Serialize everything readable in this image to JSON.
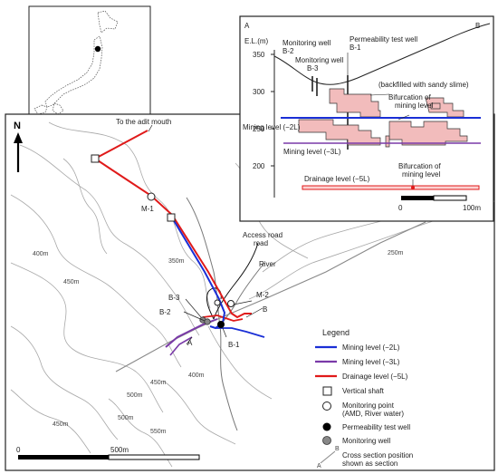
{
  "map": {
    "north_label": "N",
    "adit_label": "To the adit mouth",
    "access_road_label": "Access road",
    "access_road_label2": "road",
    "river_label": "River",
    "points": {
      "m1": "M-1",
      "m2": "M-2",
      "b1": "B-1",
      "b2": "B-2",
      "b3": "B-3",
      "a": "A",
      "b": "B"
    },
    "contours": {
      "c400a": "400m",
      "c450a": "450m",
      "c350": "350m",
      "c250": "250m",
      "c400b": "400m",
      "c450b": "450m",
      "c500a": "500m",
      "c500b": "500m",
      "c550": "550m",
      "c450c": "450m"
    },
    "scale": {
      "zero": "0",
      "end": "500m"
    },
    "colors": {
      "mining_2L": "#1a2fd6",
      "mining_3L": "#7a3aa8",
      "drainage_5L": "#e01a1a"
    }
  },
  "legend": {
    "title": "Legend",
    "items": [
      {
        "key": "mining2",
        "label": "Mining level (−2L)"
      },
      {
        "key": "mining3",
        "label": "Mining level (−3L)"
      },
      {
        "key": "drain5",
        "label": "Drainage level (−5L)"
      },
      {
        "key": "shaft",
        "label": "Vertical shaft"
      },
      {
        "key": "monitor",
        "label": "Monitoring point",
        "sub": "(AMD, River water)"
      },
      {
        "key": "perm",
        "label": "Permeability test well"
      },
      {
        "key": "mwell",
        "label": "Monitoring well"
      },
      {
        "key": "xsec",
        "label": "Cross section position",
        "sub": "shown as section",
        "marker_a": "A",
        "marker_b": "B"
      }
    ]
  },
  "section": {
    "label_a": "A",
    "label_b": "B",
    "axis_title": "E.L.(m)",
    "ticks": [
      "350",
      "300",
      "250",
      "200"
    ],
    "labels": {
      "mw_b2": "Monitoring well",
      "mw_b2_id": "B-2",
      "mw_b3": "Monitoring well",
      "mw_b3_id": "B-3",
      "perm": "Permeability test well",
      "perm_id": "B-1",
      "backfill": "(backfilled with sandy slime)",
      "bif1": "Bifurcation of",
      "bif1b": "mining level",
      "level2": "Mining level (−2L)",
      "level3": "Mining level (−3L)",
      "bif2": "Bifurcation of",
      "bif2b": "mining level",
      "level5": "Drainage level (−5L)"
    },
    "scale": {
      "zero": "0",
      "end": "100m"
    }
  }
}
